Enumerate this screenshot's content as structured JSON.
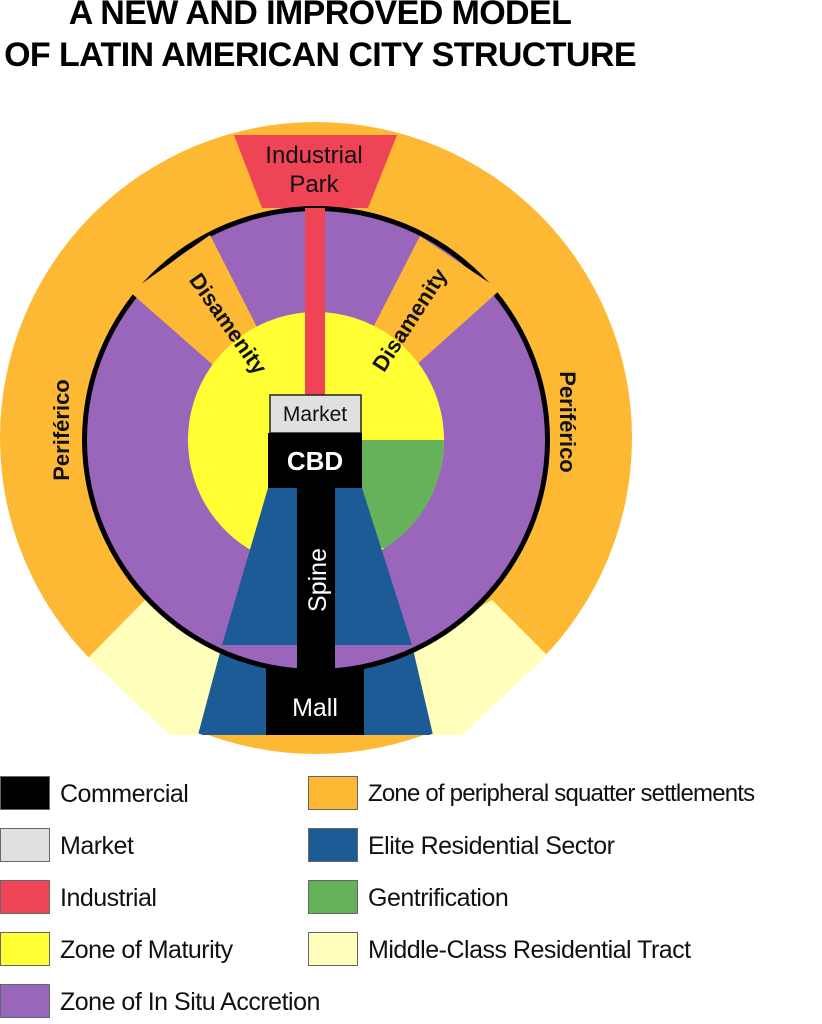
{
  "title": {
    "line1": "A NEW AND IMPROVED MODEL",
    "line2": "OF LATIN AMERICAN CITY STRUCTURE"
  },
  "labels": {
    "industrial_park_1": "Industrial",
    "industrial_park_2": "Park",
    "disamenity_left": "Disamenity",
    "disamenity_right": "Disamenity",
    "periferico_left": "Periférico",
    "periferico_right": "Periférico",
    "market": "Market",
    "cbd": "CBD",
    "spine": "Spine",
    "mall": "Mall"
  },
  "colors": {
    "commercial": "#000000",
    "market": "#e0e0e0",
    "industrial": "#ee4455",
    "maturity": "#ffff33",
    "in_situ": "#9966bb",
    "squatter": "#fdb933",
    "elite": "#1d5b96",
    "gentrification": "#66b25b",
    "middle_class": "#ffffbb"
  },
  "legend": [
    {
      "key": "commercial",
      "label": "Commercial"
    },
    {
      "key": "market",
      "label": "Market"
    },
    {
      "key": "industrial",
      "label": "Industrial"
    },
    {
      "key": "maturity",
      "label": "Zone of Maturity"
    },
    {
      "key": "in_situ",
      "label": "Zone of In Situ Accretion"
    },
    {
      "key": "squatter",
      "label": "Zone of peripheral squatter settlements"
    },
    {
      "key": "elite",
      "label": "Elite Residential Sector"
    },
    {
      "key": "gentrification",
      "label": "Gentrification"
    },
    {
      "key": "middle_class",
      "label": "Middle-Class Residential Tract"
    }
  ]
}
